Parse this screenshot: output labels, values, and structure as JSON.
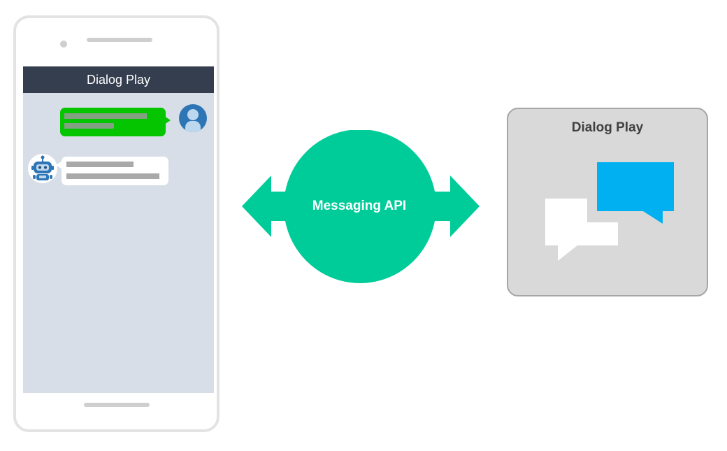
{
  "phone": {
    "app_title": "Dialog Play"
  },
  "api": {
    "label": "Messaging API"
  },
  "service": {
    "title": "Dialog Play"
  },
  "colors": {
    "header": "#343e4f",
    "screen": "#d8dee7",
    "user_bubble": "#05c400",
    "api": "#00cc99",
    "service_box": "#d9d9d9",
    "chat_blue": "#00b0f0",
    "avatar_blue": "#2e75b6"
  },
  "icons": [
    "user-avatar-icon",
    "bot-avatar-icon",
    "double-arrow-icon",
    "chat-bubbles-icon"
  ]
}
